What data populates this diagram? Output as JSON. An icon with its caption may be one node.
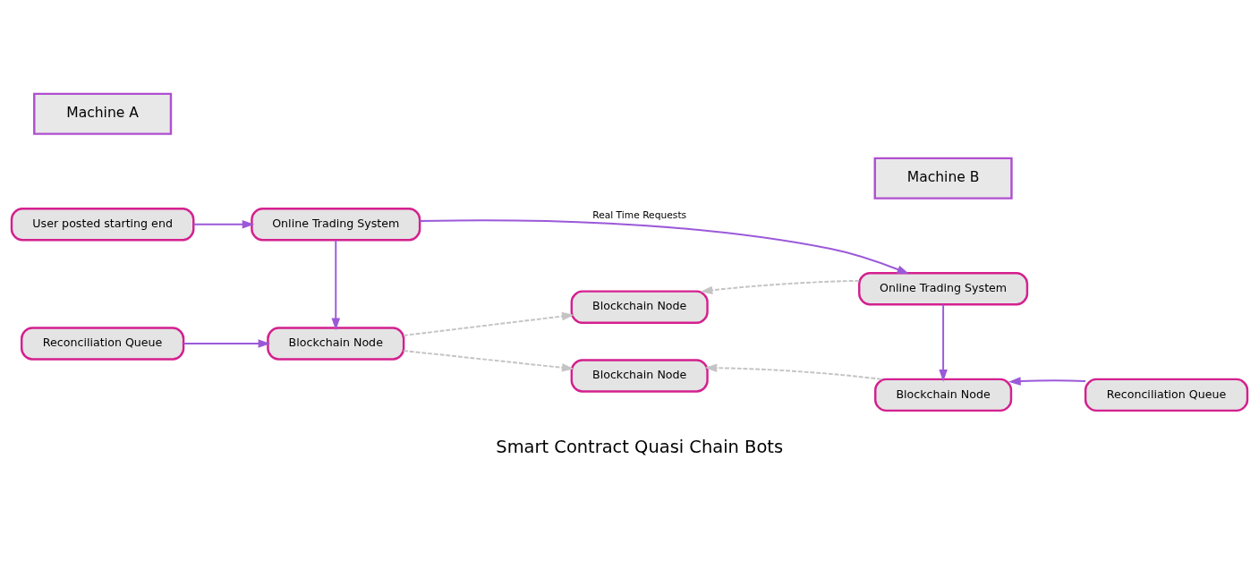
{
  "diagram": {
    "nodes": [
      {
        "text": [
          "Machine A"
        ]
      },
      {
        "text": [
          "Machine B"
        ]
      },
      {
        "text": [
          "User posted starting end"
        ]
      },
      {
        "text": [
          "Online Trading System"
        ]
      },
      {
        "text": [
          "Reconciliation Queue"
        ]
      },
      {
        "text": [
          "Blockchain Node"
        ]
      },
      {
        "text": [
          "Blockchain Node"
        ]
      },
      {
        "text": [
          "Online Trading System"
        ]
      },
      {
        "text": [
          "Blockchain Node"
        ]
      },
      {
        "text": [
          "Blockchain Node"
        ]
      },
      {
        "text": [
          "Reconciliation Queue"
        ]
      }
    ],
    "edges": [
      {
        "from": 2,
        "to": 3,
        "arrow": "to"
      },
      {
        "from": 3,
        "to": 7,
        "arrow": "to",
        "label": "Real Time Requests"
      },
      {
        "from": 3,
        "to": 5,
        "arrow": "to"
      },
      {
        "from": 4,
        "to": 5,
        "arrow": "to"
      },
      {
        "from": 5,
        "to": 6,
        "arrow": "to",
        "style": "dashed",
        "color": "#c4c4c4"
      },
      {
        "from": 5,
        "to": 8,
        "arrow": "to",
        "style": "dashed",
        "color": "#c4c4c4"
      },
      {
        "from": 7,
        "to": 6,
        "arrow": "to",
        "style": "dashed",
        "color": "#c4c4c4"
      },
      {
        "from": 7,
        "to": 9,
        "arrow": "to"
      },
      {
        "from": 9,
        "to": 8,
        "arrow": "to",
        "style": "dashed",
        "color": "#c4c4c4"
      },
      {
        "from": 10,
        "to": 9,
        "arrow": "to"
      }
    ],
    "labels": [
      "Smart Contract Quasi Chain Bots"
    ]
  }
}
